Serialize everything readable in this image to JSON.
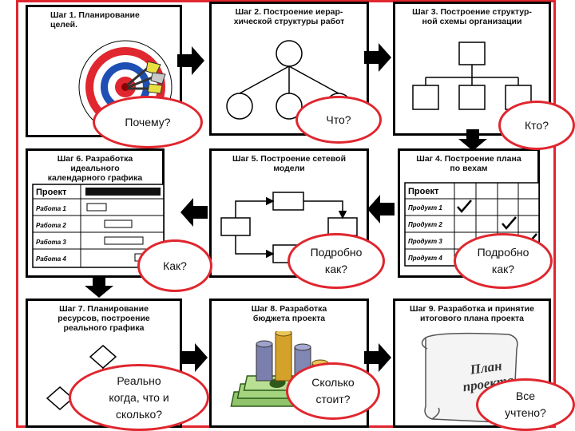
{
  "steps": [
    {
      "title": "Шаг 1. Планирование\nцелей."
    },
    {
      "title": "Шаг 2. Построение иерар-\nхической структуры работ"
    },
    {
      "title": "Шаг 3. Построение структур-\nной схемы организации"
    },
    {
      "title": "Шаг 4. Построение плана\nпо вехам"
    },
    {
      "title": "Шаг 5. Построение сетевой\nмодели"
    },
    {
      "title": "Шаг 6. Разработка идеального\nкалендарного графика"
    },
    {
      "title": "Шаг 7. Планирование\nресурсов, построение\nреального графика"
    },
    {
      "title": "Шаг 8. Разработка\nбюджета проекта"
    },
    {
      "title": "Шаг 9. Разработка и принятие\nитогового плана проекта"
    }
  ],
  "step4_table": {
    "header": "Проект",
    "rows": [
      "Продукт 1",
      "Продукт 2",
      "Продукт 3",
      "Продукт 4"
    ]
  },
  "step6_table": {
    "header": "Проект",
    "rows": [
      "Работа 1",
      "Работа 2",
      "Работа 3",
      "Работа 4"
    ]
  },
  "scroll_text": "План\nпроекта",
  "questions": [
    "Почему?",
    "Что?",
    "Кто?",
    "Как?",
    "Подробно\nкак?",
    "Подробно\nкак?",
    "Реально\nкогда, что и\nсколько?",
    "Сколько\nстоит?",
    "Все\nучтено?"
  ],
  "colors": {
    "accent_red": "#e0262e",
    "ink": "#000000"
  }
}
